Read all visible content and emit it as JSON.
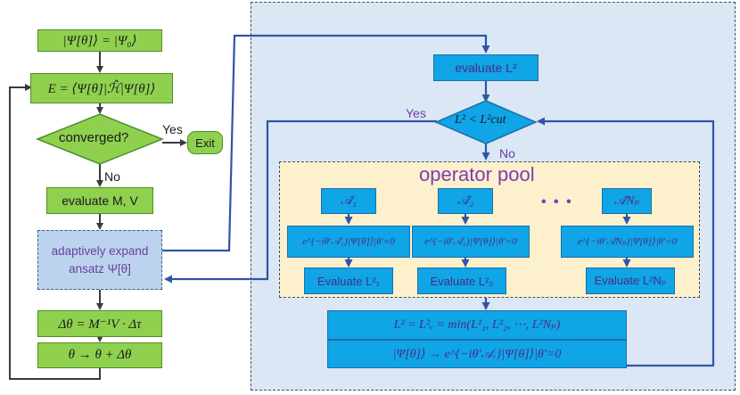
{
  "left_flow": {
    "init_state": "|Ψ[θ]⟩ = |Ψ₀⟩",
    "energy": "E = ⟨Ψ[θ]|ℋ̂|Ψ[θ]⟩",
    "converged": "converged?",
    "yes": "Yes",
    "exit": "Exit",
    "no": "No",
    "evaluate_mv": "evaluate M, V",
    "expand_line1": "adaptively expand",
    "expand_line2": "ansatz Ψ[θ]",
    "delta_theta": "Δθ = M⁻¹V · Δτ",
    "update_theta": "θ → θ + Δθ"
  },
  "right_flow": {
    "evaluate_l2": "evaluate L²",
    "criterion": "L² < L²cut",
    "yes": "Yes",
    "no": "No",
    "pool_title": "operator pool",
    "ellipsis": "• • •",
    "op1": "𝒜̂₁",
    "op2": "𝒜̂₂",
    "opN": "𝒜̂Nₚ",
    "exp1": "e^{−iθ′𝒜̂₁}|Ψ[θ]⟩|θ′=0",
    "exp2": "e^{−iθ′𝒜̂₂}|Ψ[θ]⟩|θ′=0",
    "expN": "e^{−iθ′𝒜̂Nₚ}|Ψ[θ]⟩|θ′=0",
    "eval1": "Evaluate L²₁",
    "eval2": "Evaluate L²₂",
    "evalN": "Evaluate L²Nₚ",
    "min_formula": "L² = L²ᵥ = min(L²₁, L²₂, ⋯, L²Nₚ)",
    "update_state": "|Ψ[θ]⟩ → e^{−iθ′𝒜ᵥ}|Ψ[θ]⟩|θ′=0"
  },
  "colors": {
    "green_box": "#8fd14f",
    "blue_box": "#0fa5e6",
    "expand_box": "#bcd3ee",
    "region_bg": "#dbe7f4",
    "pool_bg": "#fdf0cc",
    "arrow_blue": "#2e56a8",
    "arrow_dark": "#3a3a3a",
    "label_purple": "#6b3fa0"
  }
}
